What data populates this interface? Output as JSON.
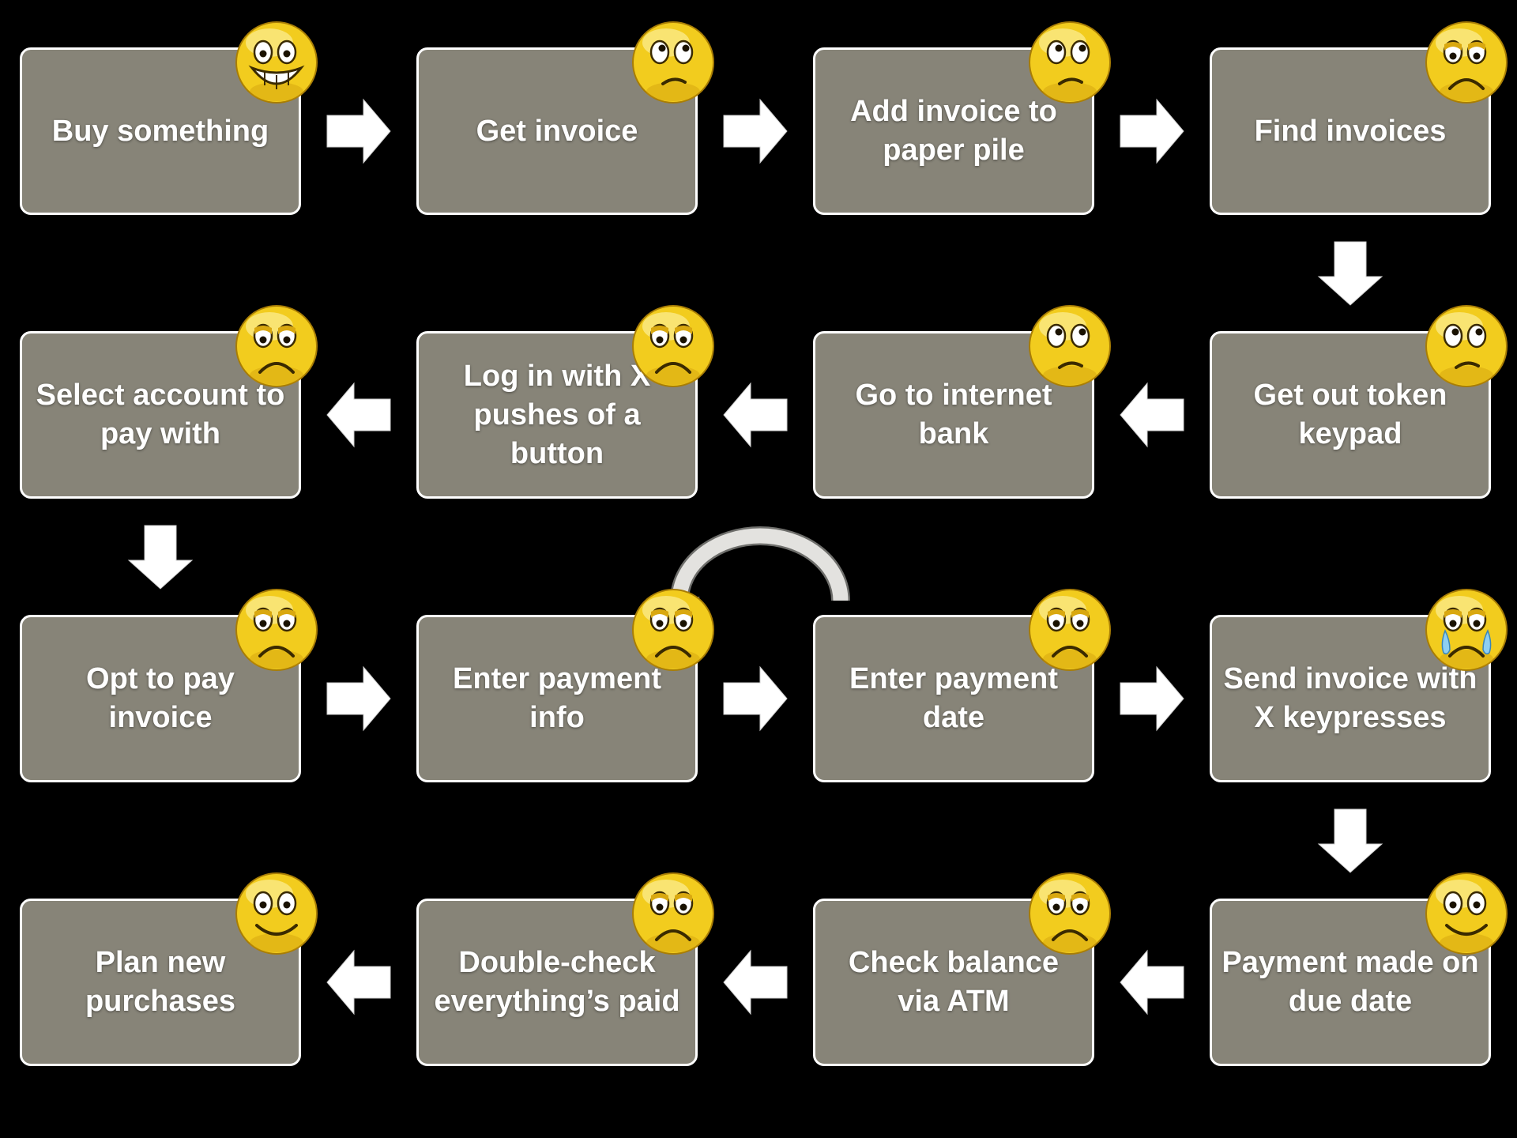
{
  "steps": [
    {
      "label": "Buy something",
      "mood": "grin"
    },
    {
      "label": "Get invoice",
      "mood": "unsure"
    },
    {
      "label": "Add invoice to\npaper pile",
      "mood": "unsure"
    },
    {
      "label": "Find invoices",
      "mood": "sad"
    },
    {
      "label": "Get out token\nkeypad",
      "mood": "unsure"
    },
    {
      "label": "Go to internet\nbank",
      "mood": "unsure"
    },
    {
      "label": "Log in with X\npushes of a\nbutton",
      "mood": "sad"
    },
    {
      "label": "Select account to\npay with",
      "mood": "sad"
    },
    {
      "label": "Opt to pay\ninvoice",
      "mood": "sad"
    },
    {
      "label": "Enter payment\ninfo",
      "mood": "sad"
    },
    {
      "label": "Enter payment\ndate",
      "mood": "sad"
    },
    {
      "label": "Send invoice with\nX keypresses",
      "mood": "crying"
    },
    {
      "label": "Payment made on\ndue date",
      "mood": "smile"
    },
    {
      "label": "Check balance\nvia ATM",
      "mood": "sad"
    },
    {
      "label": "Double-check\neverything’s paid",
      "mood": "sad"
    },
    {
      "label": "Plan new\npurchases",
      "mood": "smile"
    }
  ],
  "colors": {
    "background": "#000000",
    "box_fill": "#878478",
    "box_border": "#ffffff",
    "text": "#ffffff",
    "arrow": "#ffffff",
    "loop_arrow": "#e3e2df",
    "face": "#f2cc1e"
  },
  "flow": "serpentine: row 1 left-to-right, row 2 right-to-left, row 3 left-to-right, row 4 right-to-left; loop arrow from 'Enter payment date' back to 'Enter payment info'"
}
